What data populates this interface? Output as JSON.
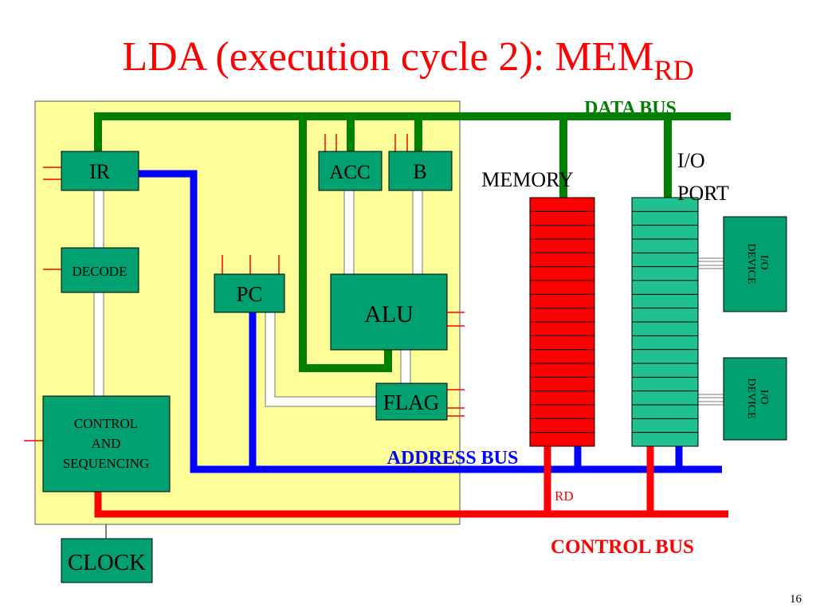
{
  "title": {
    "main": "LDA (execution cycle 2): MEM",
    "sub": "RD"
  },
  "colors": {
    "data_bus": "#008000",
    "address_bus": "#0000ff",
    "control_bus": "#ff0000",
    "cpu_background": "#ffff99",
    "block_fill": "#00a070",
    "memory_fill": "#ff0000",
    "io_port_fill": "#20c090",
    "title": "#ff0000"
  },
  "blocks": {
    "ir": "IR",
    "decode": "DECODE",
    "control_lines": [
      "CONTROL",
      "AND",
      "SEQUENCING"
    ],
    "clock": "CLOCK",
    "pc": "PC",
    "acc": "ACC",
    "b": "B",
    "alu": "ALU",
    "flag": "FLAG"
  },
  "labels": {
    "data_bus": "DATA BUS",
    "memory": "MEMORY",
    "io_port_lines": [
      "I/O",
      "PORT"
    ],
    "io_device_lines": [
      "I/O",
      "DEVICE"
    ],
    "address_bus": "ADDRESS BUS",
    "rd": "RD",
    "control_bus": "CONTROL BUS"
  },
  "memory_rows": 18,
  "io_port_rows": 18,
  "page_number": "16"
}
